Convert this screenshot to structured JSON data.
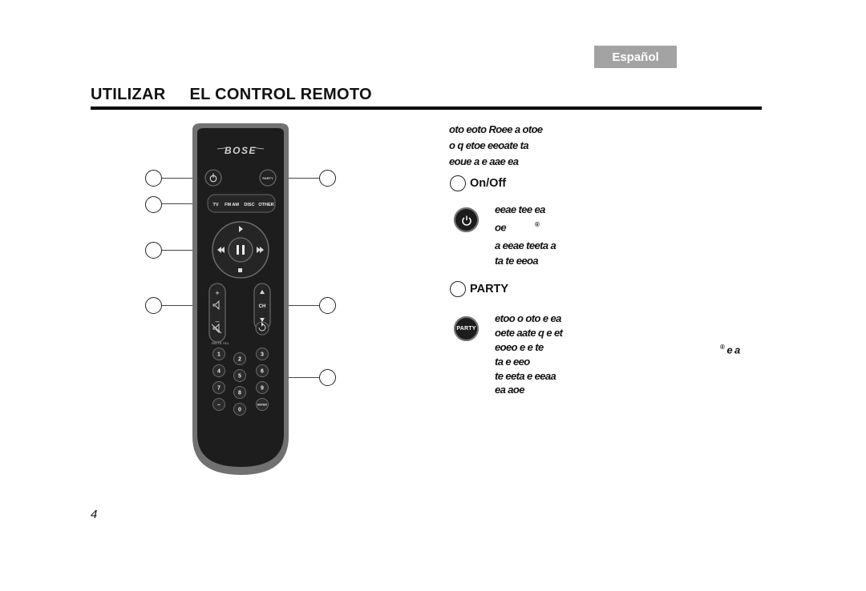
{
  "language_tab": "Español",
  "title": {
    "part1": "UTILIZAR",
    "part2": "EL CONTROL REMOTO"
  },
  "intro_lines": [
    "oto eoto Roee a otoe",
    "o q etoe eeoate ta",
    "eoue a e aae ea"
  ],
  "sections": {
    "onoff": {
      "heading": "On/Off",
      "para1_lines": [
        "eeae tee ea",
        "oe"
      ],
      "para1_symbol": "®",
      "para2_lines": [
        "a eeae teeta a",
        "ta te eeoa"
      ]
    },
    "party": {
      "heading": "PARTY",
      "button_label": "PARTY",
      "lines": [
        "etoo o oto e ea",
        "oete aate q e et",
        "eoeo e e te",
        "ta e eeo",
        "te eeta e eeaa",
        "ea aoe"
      ],
      "line3_suffix_symbol": "®",
      "line3_suffix_text": "e a"
    }
  },
  "remote": {
    "brand": "BOSE",
    "party_label": "PARTY",
    "source_buttons": [
      "TV",
      "FM AM",
      "DISC",
      "OTHER"
    ],
    "volume": {
      "plus": "+",
      "minus": "–"
    },
    "channel_label": "CH",
    "mute_all_label": "MUTE ALL",
    "keypad": [
      "1",
      "2",
      "3",
      "4",
      "5",
      "6",
      "7",
      "8",
      "9",
      "–",
      "0",
      "ENTER"
    ]
  },
  "page_number": "4"
}
